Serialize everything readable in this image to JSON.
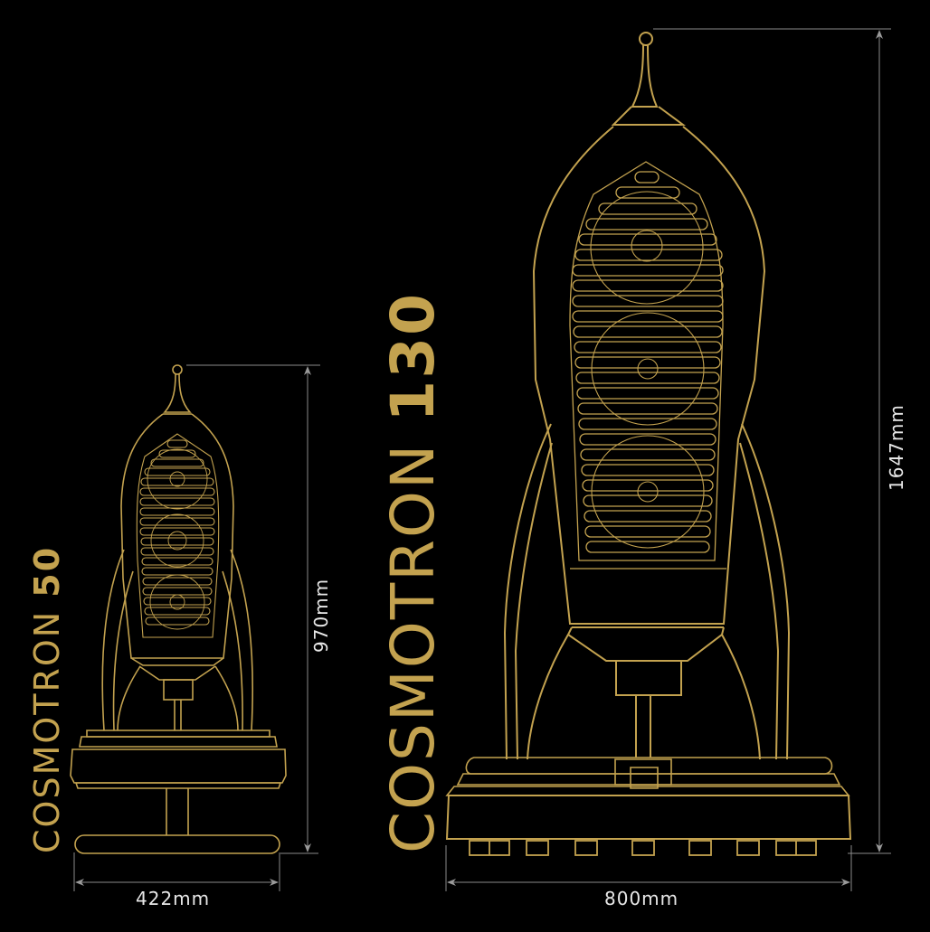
{
  "colors": {
    "background": "#000000",
    "line_art": "#C3A24F",
    "dimension_lines": "#8a8a8a",
    "dimension_text": "#e8e8e8"
  },
  "products": [
    {
      "name_light": "COSMOTRON ",
      "name_bold": "50",
      "height_label": "970mm",
      "width_label": "422mm"
    },
    {
      "name_light": "COSMOTRON ",
      "name_bold": "130",
      "height_label": "1647mm",
      "width_label": "800mm"
    }
  ]
}
